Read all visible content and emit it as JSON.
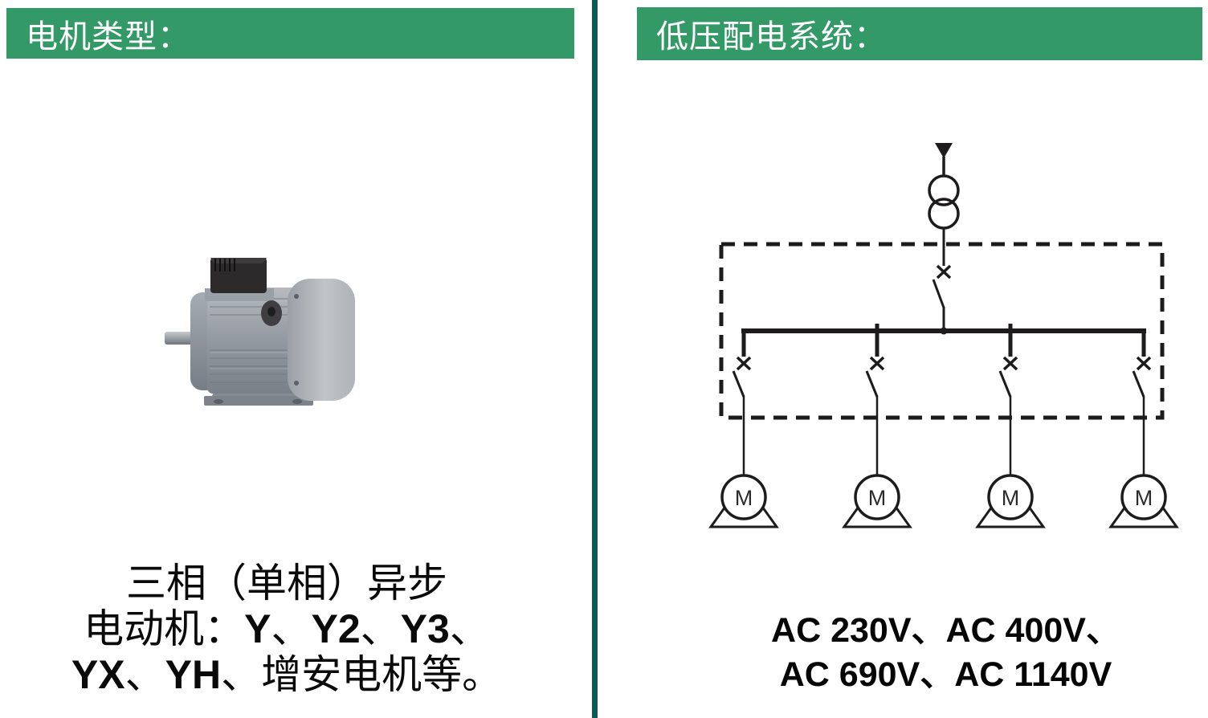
{
  "left_panel": {
    "header": "电机类型：",
    "caption": {
      "l1": "三相（单相）异步",
      "l2a": "电动机：",
      "l2b": "Y",
      "l2c": "、",
      "l2d": "Y2",
      "l2e": "、",
      "l2f": "Y3",
      "l2g": "、",
      "l3a": "YX",
      "l3b": "、",
      "l3c": "YH",
      "l3d": "、",
      "l3e": "增安电机等。"
    }
  },
  "right_panel": {
    "header": "低压配电系统：",
    "diagram": {
      "motor_label": "M",
      "feeder_count": 4
    },
    "voltages": {
      "line1": "AC 230V、AC 400V、",
      "line2": "AC 690V、AC 1140V"
    }
  },
  "colors": {
    "header_green": "#339966",
    "divider_teal": "#0d5955",
    "diagram_stroke": "#1d1b1b"
  }
}
